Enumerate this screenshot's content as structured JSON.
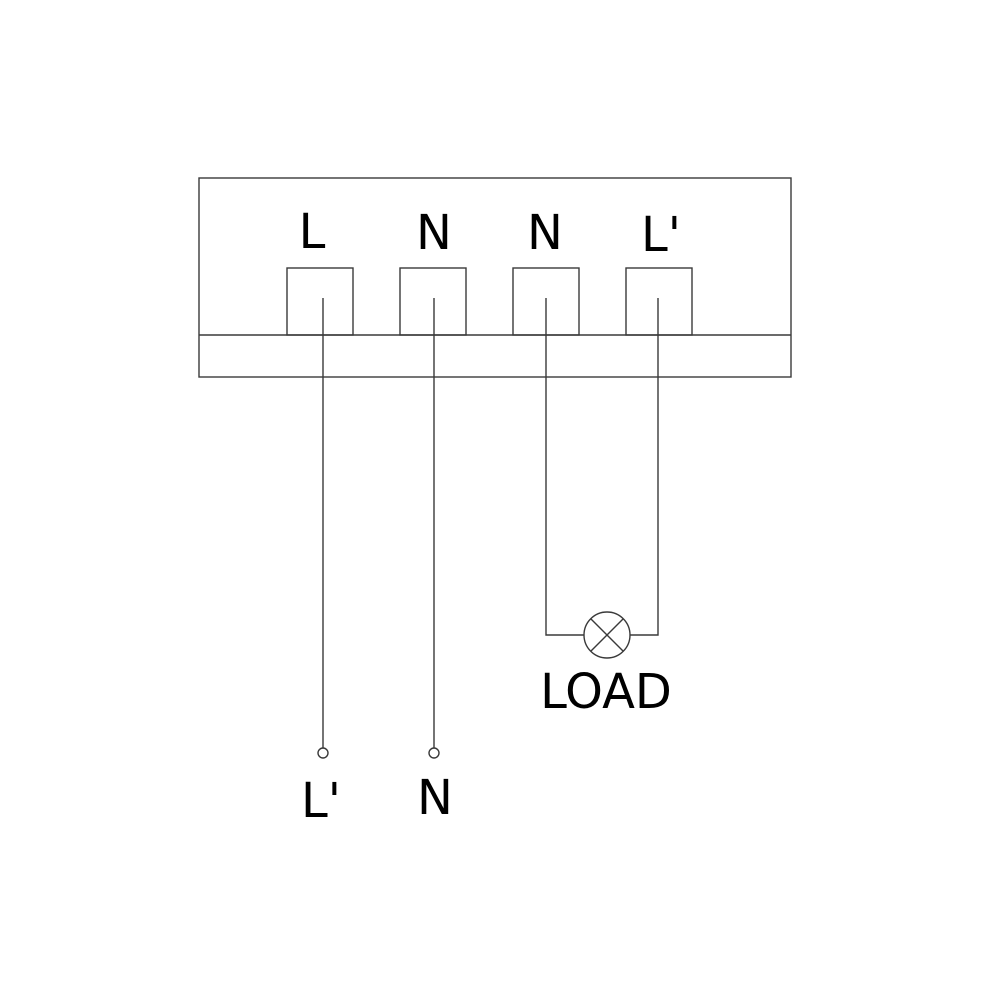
{
  "terminals": [
    {
      "label": "L"
    },
    {
      "label": "N"
    },
    {
      "label": "N"
    },
    {
      "label": "L'"
    }
  ],
  "load": {
    "label": "LOAD",
    "icon": "lamp-icon"
  },
  "supply_ends": [
    {
      "label": "L'"
    },
    {
      "label": "N"
    }
  ],
  "colors": {
    "line": "#3a3a3a",
    "text": "#000000",
    "background": "#ffffff"
  }
}
